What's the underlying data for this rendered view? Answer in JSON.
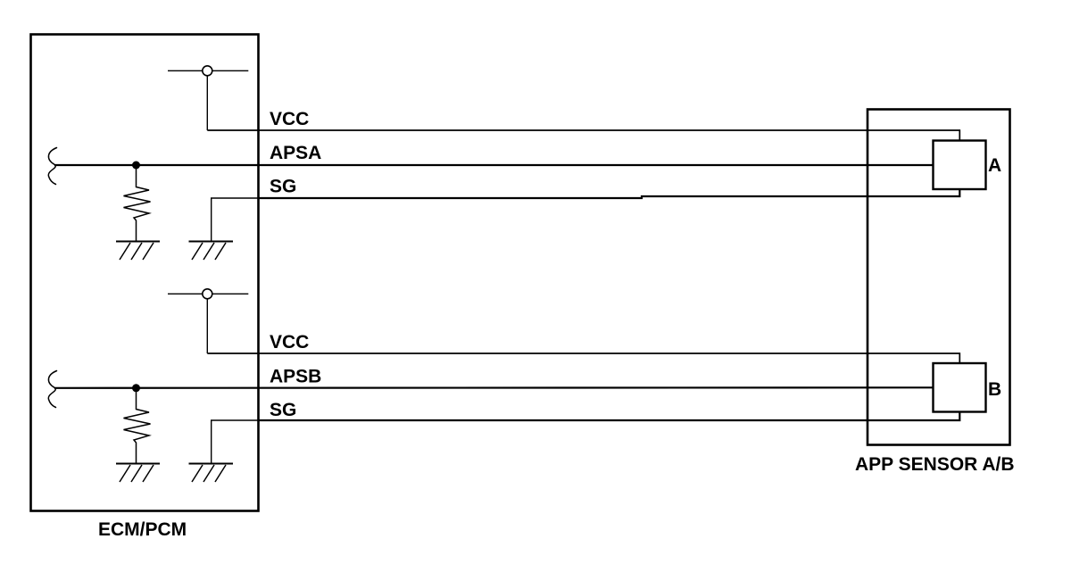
{
  "diagram": {
    "type": "wiring-diagram",
    "colors": {
      "line": "#000000",
      "background": "#ffffff"
    },
    "left_module": {
      "label": "ECM/PCM"
    },
    "right_module": {
      "label": "APP SENSOR A/B"
    },
    "channels": [
      {
        "supply_label": "VCC",
        "signal_label": "APSA",
        "ground_label": "SG",
        "connector_label": "A"
      },
      {
        "supply_label": "VCC",
        "signal_label": "APSB",
        "ground_label": "SG",
        "connector_label": "B"
      }
    ],
    "symbols": {
      "supply_pin": "open-circle-pin",
      "junction": "solid-dot",
      "resistor": "zigzag-resistor",
      "ground": "hatched-ground",
      "wire_break": "squiggle-break"
    }
  }
}
